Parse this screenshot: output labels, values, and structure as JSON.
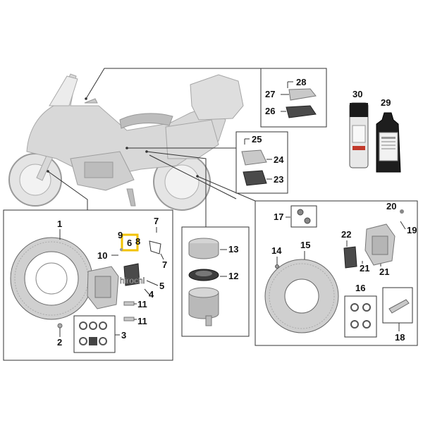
{
  "callouts": {
    "n1": "1",
    "n2": "2",
    "n3": "3",
    "n4": "4",
    "n5": "5",
    "n6": "6",
    "n7a": "7",
    "n7b": "7",
    "n8": "8",
    "n9": "9",
    "n10": "10",
    "n11a": "11",
    "n11b": "11",
    "n12": "12",
    "n13": "13",
    "n14": "14",
    "n15": "15",
    "n16": "16",
    "n17": "17",
    "n18": "18",
    "n19": "19",
    "n20": "20",
    "n21a": "21",
    "n21b": "21",
    "n22": "22",
    "n23": "23",
    "n24": "24",
    "n25": "25",
    "n26": "26",
    "n27": "27",
    "n28": "28",
    "n29": "29",
    "n30": "30"
  },
  "highlight": {
    "callout": "6",
    "color": "#f2c200"
  },
  "watermark": "hirochi"
}
